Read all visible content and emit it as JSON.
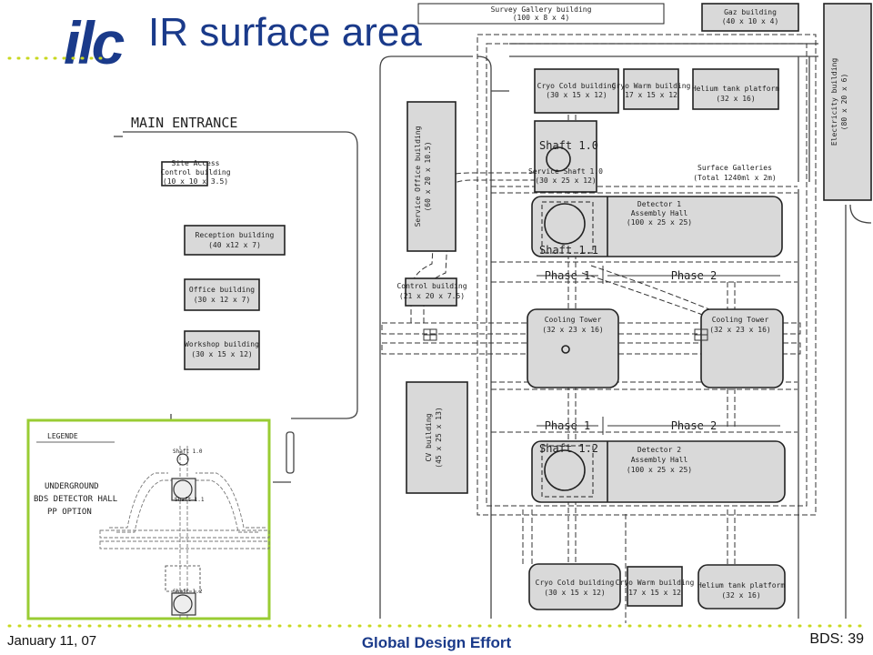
{
  "header": {
    "logo": "ilc",
    "title": "IR surface area"
  },
  "footer": {
    "date": "January 11, 07",
    "center": "Global Design Effort",
    "page": "BDS: 39"
  },
  "colors": {
    "title": "#1a3a8a",
    "building_fill": "#d9d9d9",
    "inset_border": "#99cc33",
    "dots": "#c8d820"
  },
  "labels": {
    "main_entrance": "MAIN ENTRANCE",
    "survey_gallery": [
      "Survey Gallery building",
      "(100 x 8 x 4)"
    ],
    "gaz": [
      "Gaz building",
      "(40 x 10 x 4)"
    ],
    "electricity": [
      "Electricity building",
      "(80 x 20 x 6)"
    ],
    "cryo_cold_top": [
      "Cryo Cold building",
      "(30 x 15 x 12)"
    ],
    "cryo_warm_top": [
      "Cryo Warm building",
      "17 x 15 x 12"
    ],
    "helium_top": [
      "Helium tank platform",
      "(32 x 16)"
    ],
    "shaft10": "Shaft 1.0",
    "service_shaft": [
      "Service Shaft 1.0",
      "(30 x 25 x 12)"
    ],
    "surface_galleries": [
      "Surface Galleries",
      "(Total 1240ml x 2m)"
    ],
    "site_access": [
      "Site Access",
      "Control building",
      "(10 x 10 x 3.5)"
    ],
    "service_office": [
      "Service Office building",
      "(60 x 20 x 10.5)"
    ],
    "detector1": [
      "Detector 1",
      "Assembly Hall",
      "(100 x 25 x 25)"
    ],
    "shaft11": "Shaft 1.1",
    "phase1": "Phase 1",
    "phase2": "Phase 2",
    "reception": [
      "Reception building",
      "(40 x12 x 7)"
    ],
    "office": [
      "Office building",
      "(30 x 12 x 7)"
    ],
    "control": [
      "Control building",
      "(21 x 20 x 7.5)"
    ],
    "cooling_left": [
      "Cooling Tower",
      "(32 x 23 x 16)"
    ],
    "cooling_right": [
      "Cooling Tower",
      "(32 x 23 x 16)"
    ],
    "workshop": [
      "Workshop building",
      "(30 x 15 x 12)"
    ],
    "cv": [
      "CV building",
      "(45 x 25 x 13)"
    ],
    "shaft12": "Shaft 1.2",
    "detector2": [
      "Detector 2",
      "Assembly Hall",
      "(100 x 25 x 25)"
    ],
    "cryo_cold_bottom": [
      "Cryo Cold building",
      "(30 x 15 x 12)"
    ],
    "cryo_warm_bottom": [
      "Cryo Warm building",
      "17 x 15 x 12"
    ],
    "helium_bottom": [
      "Helium tank platform",
      "(32 x 16)"
    ]
  },
  "inset": {
    "legend": "LEGENDE",
    "title": [
      "UNDERGROUND",
      "BDS DETECTOR HALL",
      "PP OPTION"
    ],
    "shafts": [
      "Shaft 1.0",
      "Shaft 1.1",
      "Shaft 1.2"
    ]
  }
}
